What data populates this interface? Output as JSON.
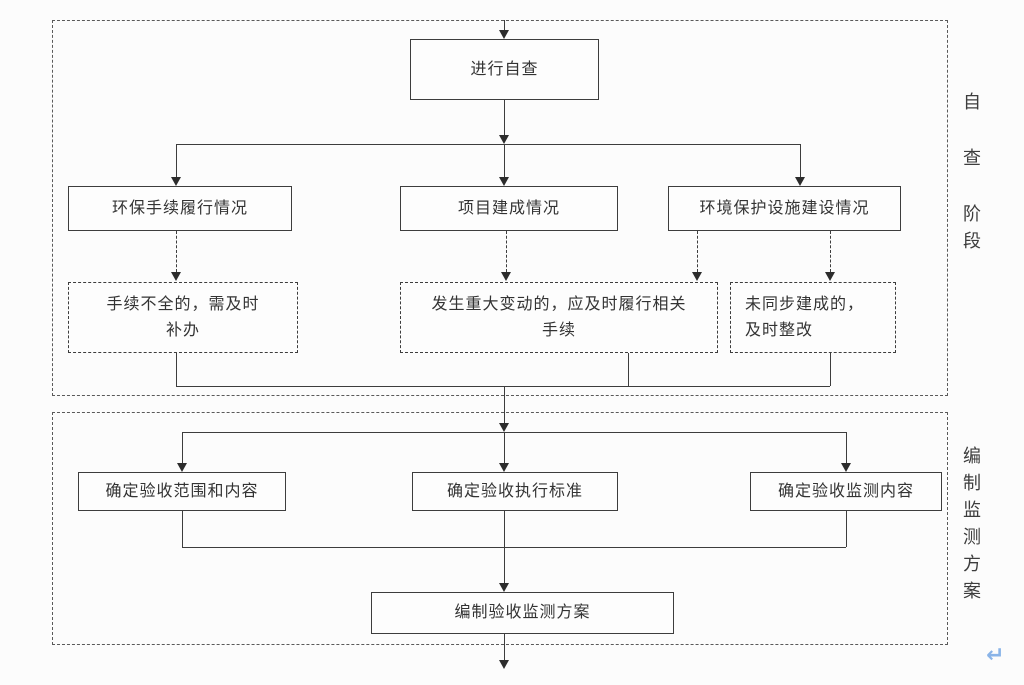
{
  "stage1": {
    "side_label": "自 查 阶段",
    "self_check": "进行自查",
    "env_procedure": "环保手续履行情况",
    "project_completion": "项目建成情况",
    "env_facility": "环境保护设施建设情况",
    "incomplete_l1": "手续不全的，需及时",
    "incomplete_l2": "补办",
    "major_change_l1": "发生重大变动的，应及时履行相关",
    "major_change_l2": "手续",
    "not_sync_l1": "未同步建成的，",
    "not_sync_l2": "及时整改"
  },
  "stage2": {
    "side_label": "编制监测方案",
    "scope": "确定验收范围和内容",
    "standard": "确定验收执行标准",
    "monitor_content": "确定验收监测内容",
    "compile_plan": "编制验收监测方案"
  },
  "footer": {
    "return_mark": "↵"
  },
  "colors": {
    "line": "#3d3d3d",
    "text": "#333333",
    "return_mark": "#8ab4e8",
    "background": "#fcfcfc"
  }
}
